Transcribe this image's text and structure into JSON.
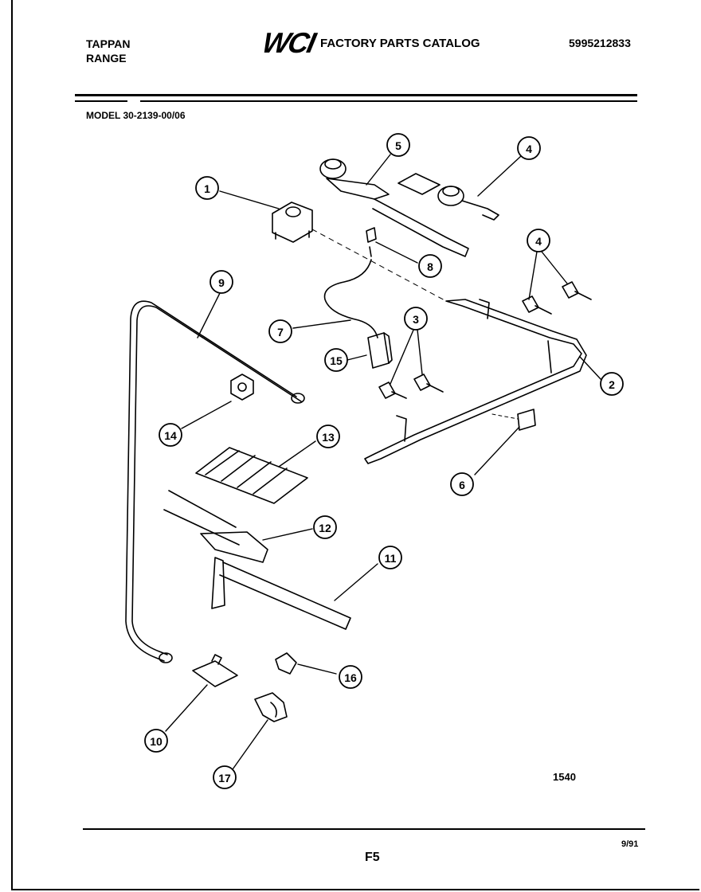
{
  "header": {
    "brand_line1": "TAPPAN",
    "brand_line2": "RANGE",
    "logo": "WCI",
    "catalog_title": "FACTORY PARTS CATALOG",
    "catalog_number": "5995212833",
    "model": "MODEL 30-2139-00/06"
  },
  "diagram": {
    "callouts": [
      "1",
      "2",
      "3",
      "4",
      "4",
      "5",
      "6",
      "7",
      "8",
      "9",
      "10",
      "11",
      "12",
      "13",
      "14",
      "15",
      "16",
      "17"
    ]
  },
  "footer": {
    "figure_id": "1540",
    "date": "9/91",
    "page": "F5"
  }
}
